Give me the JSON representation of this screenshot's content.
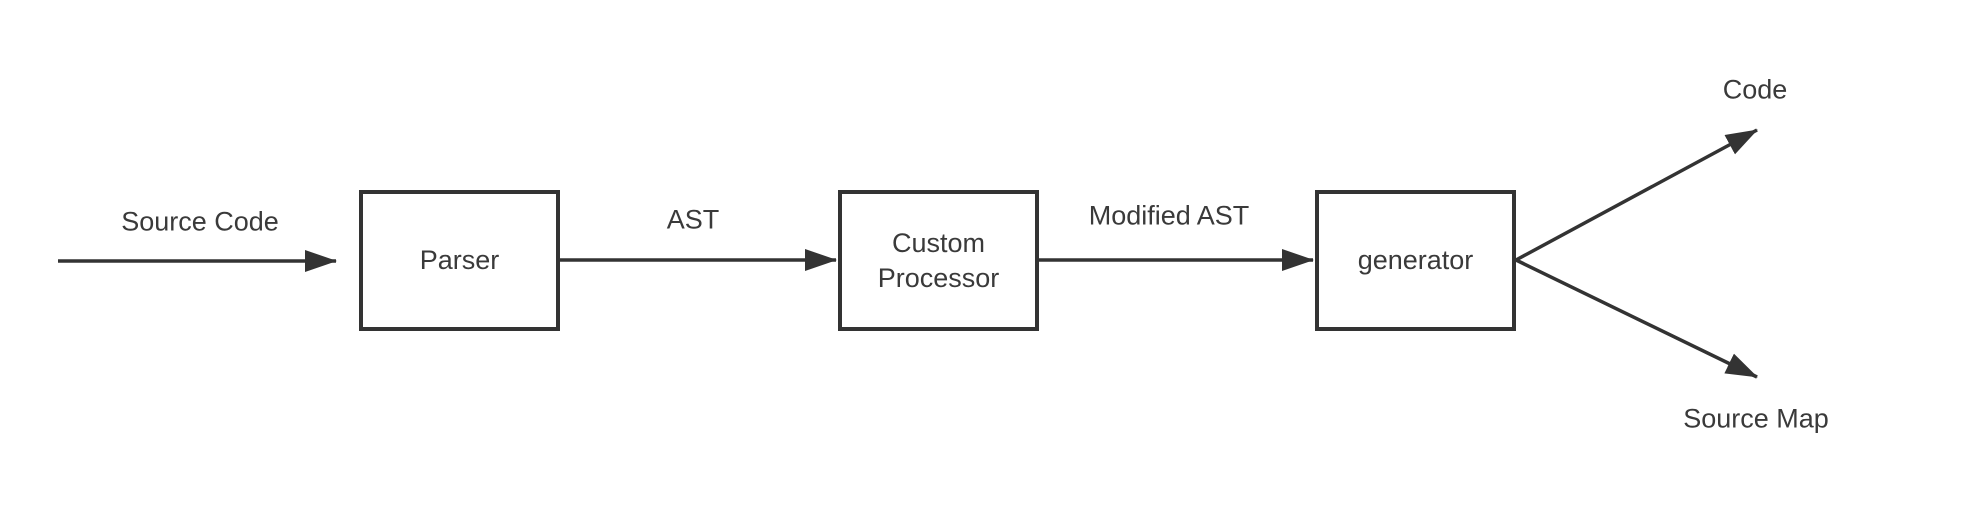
{
  "diagram": {
    "type": "flowchart",
    "background_color": "#ffffff",
    "stroke_color": "#333333",
    "text_color": "#3a3a3a",
    "nodes": [
      {
        "id": "parser",
        "label": "Parser"
      },
      {
        "id": "custom-processor",
        "label": "Custom Processor"
      },
      {
        "id": "generator",
        "label": "generator"
      }
    ],
    "edges": [
      {
        "from": "external-input",
        "to": "parser",
        "label": "Source Code"
      },
      {
        "from": "parser",
        "to": "custom-processor",
        "label": "AST"
      },
      {
        "from": "custom-processor",
        "to": "generator",
        "label": "Modified AST"
      },
      {
        "from": "generator",
        "to": "output-top",
        "label": "Code"
      },
      {
        "from": "generator",
        "to": "output-bottom",
        "label": "Source Map"
      }
    ]
  }
}
